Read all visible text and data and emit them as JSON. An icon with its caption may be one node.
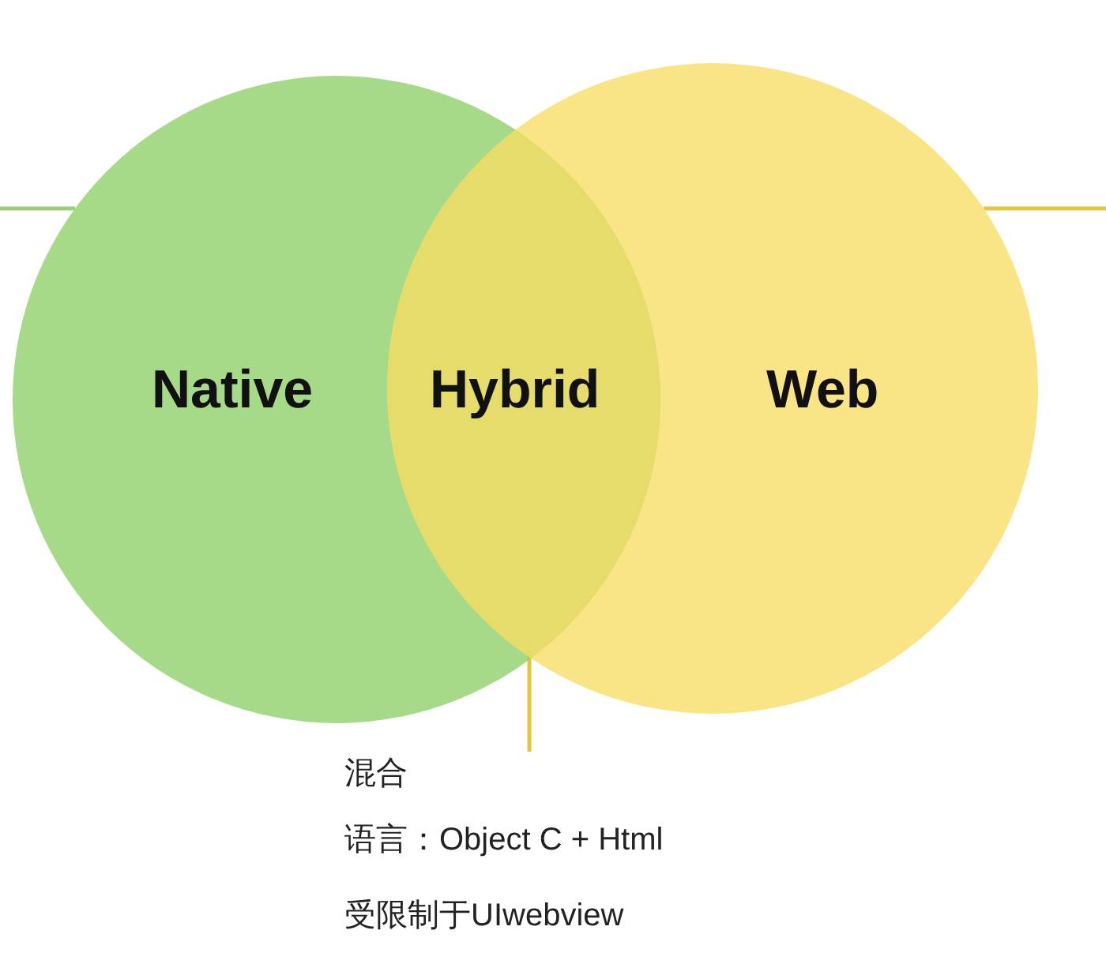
{
  "diagram": {
    "nodes": [
      {
        "text": [
          "Native"
        ]
      },
      {
        "text": [
          "Web"
        ]
      },
      {
        "text": [
          "Hybrid"
        ]
      },
      {
        "text": [
          "混合",
          "语言：Object C + Html",
          "受限制于UIwebview"
        ]
      }
    ],
    "edges": [
      {
        "from": null,
        "to": 0,
        "arrow": "none",
        "color": "#9ccf7c"
      },
      {
        "from": 1,
        "to": null,
        "arrow": "none"
      },
      {
        "from": 3,
        "to": 2,
        "arrow": "none"
      }
    ]
  }
}
